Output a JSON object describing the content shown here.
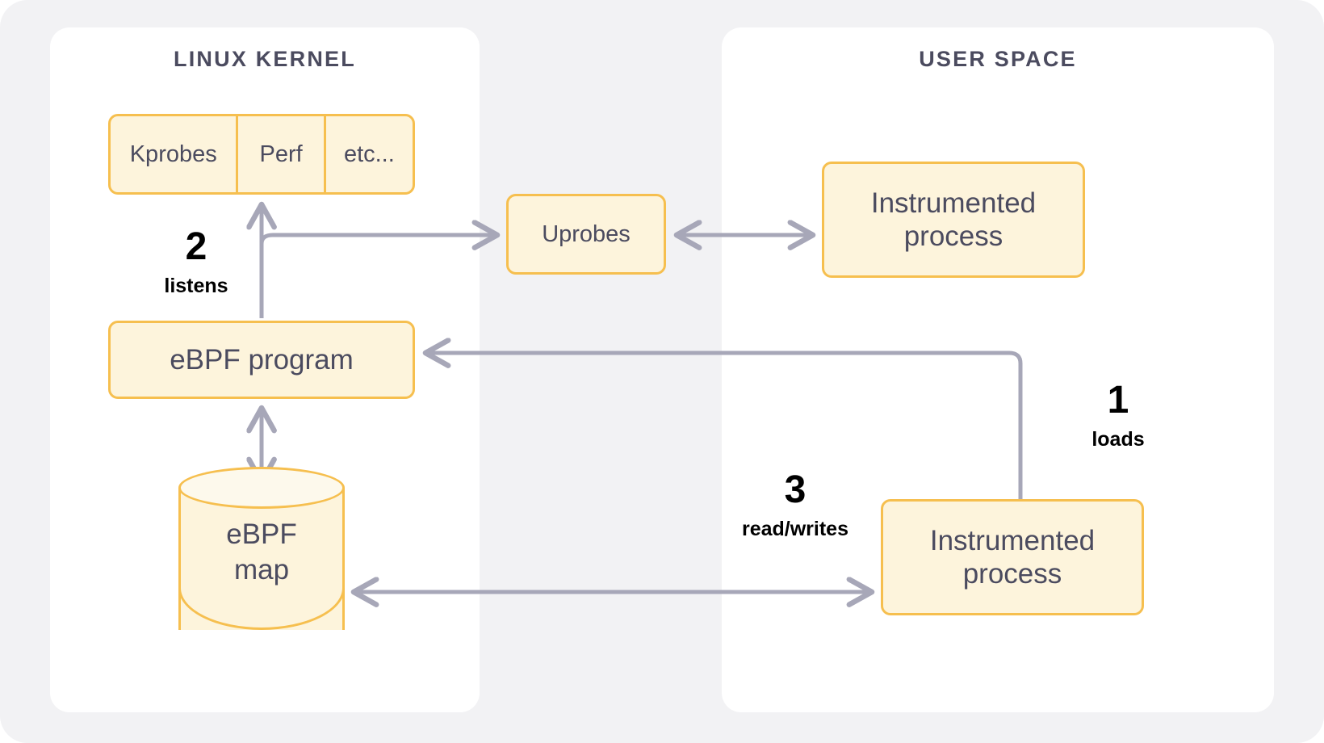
{
  "panels": {
    "kernel": {
      "title": "LINUX KERNEL"
    },
    "user": {
      "title": "USER SPACE"
    }
  },
  "nodes": {
    "probes": {
      "cells": [
        "Kprobes",
        "Perf",
        "etc..."
      ]
    },
    "ebpf_program": {
      "label": "eBPF program"
    },
    "ebpf_map": {
      "label_line1": "eBPF",
      "label_line2": "map"
    },
    "uprobes": {
      "label": "Uprobes"
    },
    "instrumented_process_top": {
      "line1": "Instrumented",
      "line2": "process"
    },
    "instrumented_process_bottom": {
      "line1": "Instrumented",
      "line2": "process"
    }
  },
  "steps": [
    {
      "number": "1",
      "caption": "loads"
    },
    {
      "number": "2",
      "caption": "listens"
    },
    {
      "number": "3",
      "caption": "read/writes"
    }
  ],
  "colors": {
    "node_fill": "#fdf4dc",
    "node_border": "#f6bf4f",
    "node_text": "#4b4b5f",
    "panel_bg": "#ffffff",
    "canvas_bg": "#f2f2f4",
    "arrow": "#a7a7b8",
    "step_text": "#000000"
  }
}
